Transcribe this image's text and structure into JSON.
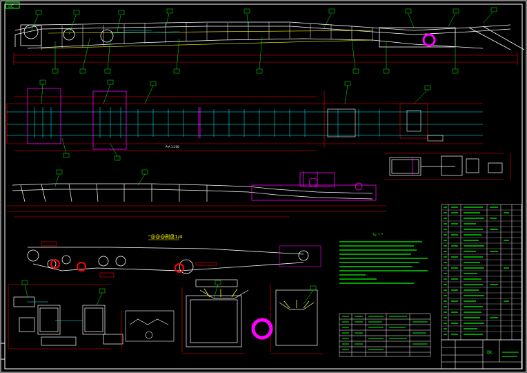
{
  "sheet": {
    "background": "#000000",
    "colors": {
      "frame": "#ffffff",
      "dimension": "#ff0000",
      "leader": "#00ff00",
      "centerline": "#00ffff",
      "structure": "#ffffff",
      "highlight": "#ff00ff",
      "note": "#00ff00",
      "callout": "#ffff00"
    }
  },
  "labels": {
    "corner_tag": "dC",
    "section_title": "\"@@@刷盘1/4",
    "notes_title": "½ ° °",
    "small_caption": "A-A 1:100",
    "title_block_mark": "Bk"
  },
  "views": [
    {
      "key": "side-elevation",
      "name": "belt-conveyor-side-elevation"
    },
    {
      "key": "plan",
      "name": "belt-conveyor-plan-view"
    },
    {
      "key": "head-detail",
      "name": "head-section-detail"
    },
    {
      "key": "lower-elevation",
      "name": "conveyor-elevation-lower"
    },
    {
      "key": "belt-routing",
      "name": "belt-routing-diagram"
    },
    {
      "key": "drive-unit",
      "name": "drive-unit-detail"
    },
    {
      "key": "idlers",
      "name": "idler-cross-sections"
    },
    {
      "key": "notes",
      "name": "technical-notes"
    },
    {
      "key": "parts-list",
      "name": "parts-list-table"
    },
    {
      "key": "title-block",
      "name": "title-block"
    }
  ]
}
